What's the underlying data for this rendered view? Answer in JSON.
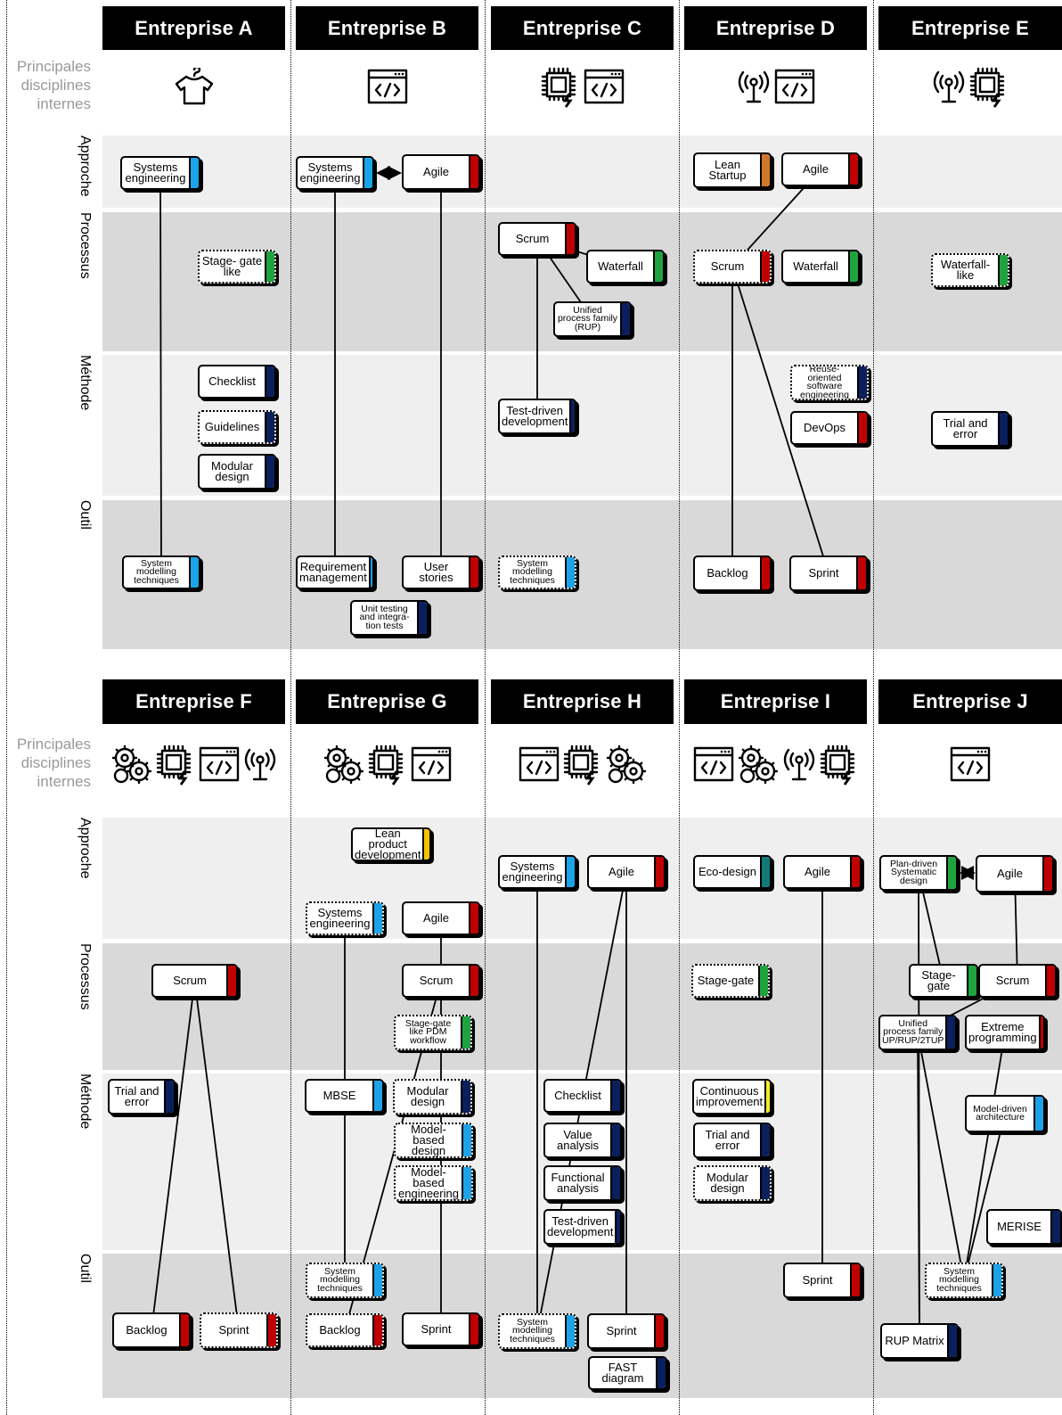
{
  "side_labels": {
    "disciplines": [
      "Principales",
      "disciplines",
      "internes"
    ],
    "rows": [
      "Approche",
      "Processus",
      "Méthode",
      "Outil"
    ]
  },
  "colors": {
    "cyan": "#1ba3e8",
    "red": "#c00000",
    "green": "#1fa33f",
    "navy": "#0a1f5c",
    "orange": "#d0762a",
    "yellow": "#f4c400",
    "lemon": "#f4ec2a",
    "teal": "#137a78",
    "band_light": "#efefef",
    "band_dark": "#d9d9d9"
  },
  "companies": [
    {
      "id": "A",
      "name": "Entreprise A",
      "icons": [
        "shirt-icon"
      ],
      "boxes": [
        {
          "id": "A1",
          "label": "Systems engineering",
          "color": "cyan"
        },
        {
          "id": "A2",
          "label": "Stage- gate like",
          "color": "green",
          "style": "dotted"
        },
        {
          "id": "A3",
          "label": "Checklist",
          "color": "navy"
        },
        {
          "id": "A4",
          "label": "Guidelines",
          "color": "navy",
          "style": "dotted"
        },
        {
          "id": "A5",
          "label": "Modular design",
          "color": "navy"
        },
        {
          "id": "A6",
          "label": "System modelling techniques",
          "color": "cyan",
          "small": true
        }
      ]
    },
    {
      "id": "B",
      "name": "Entreprise B",
      "icons": [
        "code-window-icon"
      ],
      "boxes": [
        {
          "id": "B1",
          "label": "Systems engineering",
          "color": "cyan"
        },
        {
          "id": "B2",
          "label": "Agile",
          "color": "red"
        },
        {
          "id": "B3",
          "label": "Requirement management",
          "color": "cyan"
        },
        {
          "id": "B4",
          "label": "User stories",
          "color": "red"
        },
        {
          "id": "B5",
          "label": "Unit testing and integra- tion tests",
          "color": "navy",
          "small": true
        }
      ]
    },
    {
      "id": "C",
      "name": "Entreprise C",
      "icons": [
        "chip-icon",
        "code-window-icon"
      ],
      "boxes": [
        {
          "id": "C1",
          "label": "Scrum",
          "color": "red"
        },
        {
          "id": "C2",
          "label": "Waterfall",
          "color": "green"
        },
        {
          "id": "C3",
          "label": "Unified process family (RUP)",
          "color": "navy",
          "small": true
        },
        {
          "id": "C4",
          "label": "Test-driven development",
          "color": "navy"
        },
        {
          "id": "C5",
          "label": "System modelling techniques",
          "color": "cyan",
          "style": "dotted",
          "small": true
        }
      ]
    },
    {
      "id": "D",
      "name": "Entreprise D",
      "icons": [
        "antenna-icon",
        "code-window-icon"
      ],
      "boxes": [
        {
          "id": "D1",
          "label": "Lean Startup",
          "color": "orange"
        },
        {
          "id": "D2",
          "label": "Agile",
          "color": "red"
        },
        {
          "id": "D3",
          "label": "Scrum",
          "color": "red",
          "style": "dotted"
        },
        {
          "id": "D4",
          "label": "Waterfall",
          "color": "green"
        },
        {
          "id": "D5",
          "label": "Reuse-oriented software engineering",
          "color": "navy",
          "style": "dotted",
          "small": true
        },
        {
          "id": "D6",
          "label": "DevOps",
          "color": "red"
        },
        {
          "id": "D7",
          "label": "Backlog",
          "color": "red"
        },
        {
          "id": "D8",
          "label": "Sprint",
          "color": "red"
        }
      ]
    },
    {
      "id": "E",
      "name": "Entreprise E",
      "icons": [
        "antenna-icon",
        "chip-icon"
      ],
      "boxes": [
        {
          "id": "E1",
          "label": "Waterfall- like",
          "color": "green",
          "style": "dotted"
        },
        {
          "id": "E2",
          "label": "Trial and error",
          "color": "navy"
        }
      ]
    },
    {
      "id": "F",
      "name": "Entreprise F",
      "icons": [
        "gears-icon",
        "chip-icon",
        "code-window-icon",
        "antenna-icon"
      ],
      "boxes": [
        {
          "id": "F1",
          "label": "Scrum",
          "color": "red"
        },
        {
          "id": "F2",
          "label": "Trial and error",
          "color": "navy"
        },
        {
          "id": "F3",
          "label": "Backlog",
          "color": "red"
        },
        {
          "id": "F4",
          "label": "Sprint",
          "color": "red",
          "style": "dotted"
        }
      ]
    },
    {
      "id": "G",
      "name": "Entreprise G",
      "icons": [
        "gears-icon",
        "chip-icon",
        "code-window-icon"
      ],
      "boxes": [
        {
          "id": "G1",
          "label": "Lean product development",
          "color": "yellow"
        },
        {
          "id": "G2",
          "label": "Systems engineering",
          "color": "cyan",
          "style": "dotted"
        },
        {
          "id": "G3",
          "label": "Agile",
          "color": "red"
        },
        {
          "id": "G4",
          "label": "Scrum",
          "color": "red"
        },
        {
          "id": "G5",
          "label": "Stage-gate like PDM workflow",
          "color": "green",
          "style": "dotted",
          "small": true
        },
        {
          "id": "G6",
          "label": "MBSE",
          "color": "cyan"
        },
        {
          "id": "G7",
          "label": "Modular design",
          "color": "navy",
          "style": "dotted"
        },
        {
          "id": "G8",
          "label": "Model-based design",
          "color": "cyan",
          "style": "dotted"
        },
        {
          "id": "G9",
          "label": "Model-based engineering",
          "color": "cyan",
          "style": "dotted"
        },
        {
          "id": "G10",
          "label": "System modelling techniques",
          "color": "cyan",
          "style": "dotted",
          "small": true
        },
        {
          "id": "G11",
          "label": "Backlog",
          "color": "red",
          "style": "dotted"
        },
        {
          "id": "G12",
          "label": "Sprint",
          "color": "red"
        }
      ]
    },
    {
      "id": "H",
      "name": "Entreprise H",
      "icons": [
        "code-window-icon",
        "chip-icon",
        "gears-icon"
      ],
      "boxes": [
        {
          "id": "H1",
          "label": "Systems engineering",
          "color": "cyan"
        },
        {
          "id": "H2",
          "label": "Agile",
          "color": "red"
        },
        {
          "id": "H3",
          "label": "Checklist",
          "color": "navy"
        },
        {
          "id": "H4",
          "label": "Value analysis",
          "color": "navy"
        },
        {
          "id": "H5",
          "label": "Functional analysis",
          "color": "navy"
        },
        {
          "id": "H6",
          "label": "Test-driven development",
          "color": "navy"
        },
        {
          "id": "H7",
          "label": "System modelling techniques",
          "color": "cyan",
          "style": "dotted",
          "small": true
        },
        {
          "id": "H8",
          "label": "Sprint",
          "color": "red"
        },
        {
          "id": "H9",
          "label": "FAST diagram",
          "color": "navy"
        }
      ]
    },
    {
      "id": "I",
      "name": "Entreprise I",
      "icons": [
        "code-window-icon",
        "gears-icon",
        "antenna-icon",
        "chip-icon"
      ],
      "boxes": [
        {
          "id": "I1",
          "label": "Eco-design",
          "color": "teal"
        },
        {
          "id": "I2",
          "label": "Agile",
          "color": "red"
        },
        {
          "id": "I3",
          "label": "Stage-gate",
          "color": "green",
          "style": "dotted"
        },
        {
          "id": "I4",
          "label": "Continuous improvement",
          "color": "lemon"
        },
        {
          "id": "I5",
          "label": "Trial and error",
          "color": "navy"
        },
        {
          "id": "I6",
          "label": "Modular design",
          "color": "navy",
          "style": "dotted"
        },
        {
          "id": "I7",
          "label": "Sprint",
          "color": "red"
        }
      ]
    },
    {
      "id": "J",
      "name": "Entreprise J",
      "icons": [
        "code-window-icon"
      ],
      "boxes": [
        {
          "id": "J1",
          "label": "Plan-driven Systematic design",
          "color": "green",
          "small": true
        },
        {
          "id": "J2",
          "label": "Agile",
          "color": "red"
        },
        {
          "id": "J3",
          "label": "Stage- gate",
          "color": "green"
        },
        {
          "id": "J4",
          "label": "Scrum",
          "color": "red"
        },
        {
          "id": "J5",
          "label": "Unified process family UP/RUP/2TUP",
          "color": "navy",
          "small": true
        },
        {
          "id": "J6",
          "label": "Extreme programming",
          "color": "red"
        },
        {
          "id": "J7",
          "label": "Model-driven architecture",
          "color": "cyan",
          "small": true
        },
        {
          "id": "J8",
          "label": "MERISE",
          "color": "navy"
        },
        {
          "id": "J9",
          "label": "System modelling techniques",
          "color": "cyan",
          "style": "dotted",
          "small": true
        },
        {
          "id": "J10",
          "label": "RUP Matrix",
          "color": "navy"
        }
      ]
    }
  ],
  "links": [
    [
      "A1",
      "A6"
    ],
    [
      "B1",
      "B3"
    ],
    [
      "B2",
      "B4"
    ],
    [
      "C1",
      "C2"
    ],
    [
      "C1",
      "C3"
    ],
    [
      "C1",
      "C4"
    ],
    [
      "D2",
      "D3"
    ],
    [
      "D3",
      "D7"
    ],
    [
      "D3",
      "D8"
    ],
    [
      "F1",
      "F3"
    ],
    [
      "F1",
      "F4"
    ],
    [
      "G2",
      "G10"
    ],
    [
      "G3",
      "G4"
    ],
    [
      "G4",
      "G11"
    ],
    [
      "G4",
      "G12"
    ],
    [
      "H1",
      "H7"
    ],
    [
      "H2",
      "H7"
    ],
    [
      "H2",
      "H8"
    ],
    [
      "I2",
      "I7"
    ],
    [
      "J1",
      "J3"
    ],
    [
      "J2",
      "J4"
    ],
    [
      "J4",
      "J5"
    ],
    [
      "J1",
      "J10"
    ],
    [
      "J5",
      "J9"
    ],
    [
      "J6",
      "J9"
    ],
    [
      "J7",
      "J9"
    ],
    [
      "J5",
      "J10"
    ]
  ],
  "double_arrows": [
    [
      "B1",
      "B2"
    ],
    [
      "J1",
      "J2"
    ]
  ]
}
